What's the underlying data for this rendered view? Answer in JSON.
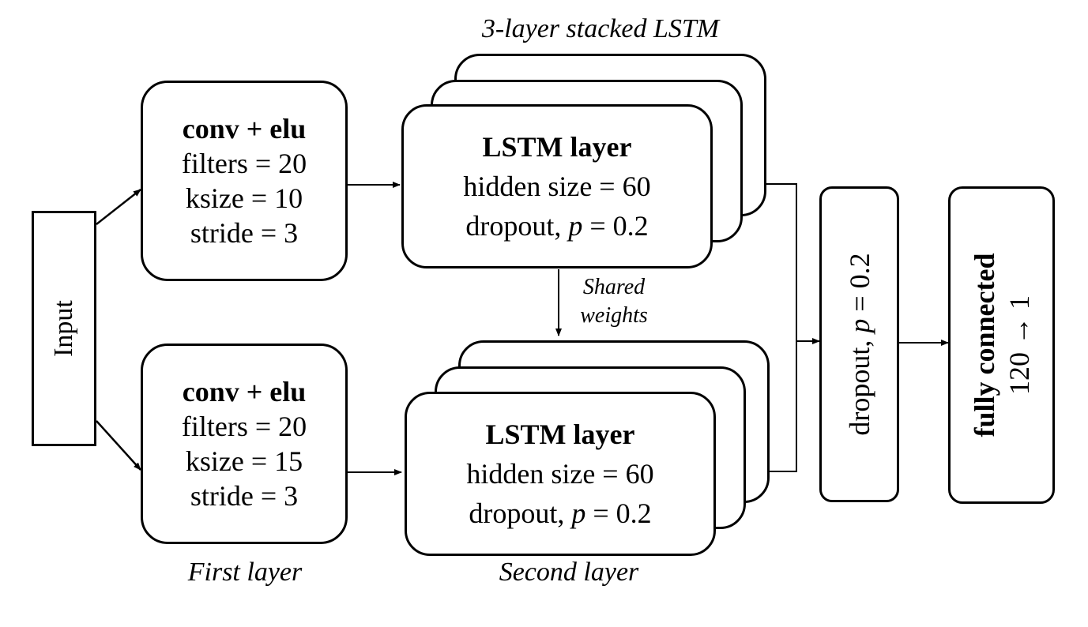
{
  "input": {
    "label": "Input"
  },
  "conv_top": {
    "title": "conv + elu",
    "filters": "filters = 20",
    "ksize": "ksize = 10",
    "stride": "stride = 3"
  },
  "conv_bottom": {
    "title": "conv + elu",
    "filters": "filters = 20",
    "ksize": "ksize = 15",
    "stride": "stride = 3"
  },
  "lstm_top": {
    "title": "LSTM layer",
    "hidden": "hidden size = 60",
    "dropout_prefix": "dropout, ",
    "dropout_var": "p",
    "dropout_eq": " = 0.2"
  },
  "lstm_bottom": {
    "title": "LSTM layer",
    "hidden": "hidden size = 60",
    "dropout_prefix": "dropout, ",
    "dropout_var": "p",
    "dropout_eq": " = 0.2"
  },
  "captions": {
    "stacked": "3-layer stacked LSTM",
    "first_layer": "First layer",
    "second_layer": "Second layer",
    "shared_line1": "Shared",
    "shared_line2": "weights"
  },
  "dropout_box": {
    "prefix": "dropout, ",
    "var": "p",
    "eq": " = 0.2"
  },
  "fc": {
    "title": "fully connected",
    "mapping": "120 → 1"
  }
}
